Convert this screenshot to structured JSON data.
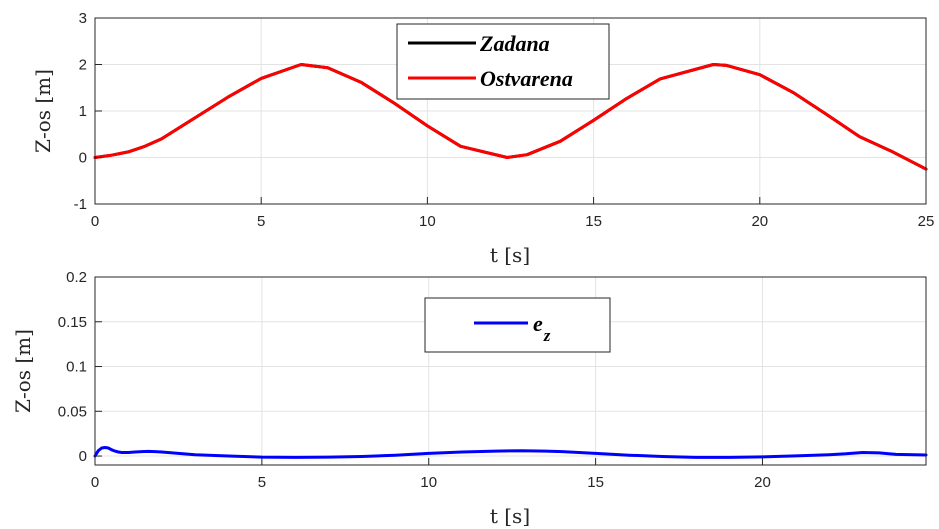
{
  "chart_data": [
    {
      "type": "line",
      "xlabel": "t [s]",
      "ylabel": "Z-os [m]",
      "xlim": [
        0,
        25
      ],
      "ylim": [
        -1,
        3
      ],
      "xticks": [
        0,
        5,
        10,
        15,
        20,
        25
      ],
      "yticks": [
        -1,
        0,
        1,
        2,
        3
      ],
      "grid": true,
      "legend_position": "top-center",
      "series": [
        {
          "name": "Zadana",
          "color": "#000000",
          "x": [
            0,
            0.5,
            1,
            1.5,
            2,
            3,
            4,
            5,
            6.2,
            7,
            8,
            9,
            10,
            11,
            12.4,
            13,
            14,
            15,
            16,
            17,
            18.6,
            19,
            20,
            21,
            22,
            23,
            24,
            25
          ],
          "y": [
            0,
            0.05,
            0.12,
            0.24,
            0.4,
            0.85,
            1.3,
            1.7,
            2.0,
            1.93,
            1.62,
            1.17,
            0.68,
            0.24,
            0.0,
            0.06,
            0.35,
            0.8,
            1.27,
            1.69,
            2.0,
            1.98,
            1.78,
            1.4,
            0.93,
            0.45,
            0.12,
            -0.25
          ]
        },
        {
          "name": "Ostvarena",
          "color": "#ff0000",
          "x": [
            0,
            0.5,
            1,
            1.5,
            2,
            3,
            4,
            5,
            6.2,
            7,
            8,
            9,
            10,
            11,
            12.4,
            13,
            14,
            15,
            16,
            17,
            18.6,
            19,
            20,
            21,
            22,
            23,
            24,
            25
          ],
          "y": [
            0,
            0.05,
            0.12,
            0.24,
            0.4,
            0.85,
            1.3,
            1.7,
            2.0,
            1.93,
            1.62,
            1.17,
            0.68,
            0.24,
            0.0,
            0.06,
            0.35,
            0.8,
            1.27,
            1.69,
            2.0,
            1.98,
            1.78,
            1.4,
            0.93,
            0.45,
            0.12,
            -0.25
          ]
        }
      ]
    },
    {
      "type": "line",
      "xlabel": "t [s]",
      "ylabel": "Z-os [m]",
      "xlim": [
        0,
        24.9
      ],
      "ylim": [
        -0.01,
        0.2
      ],
      "xticks": [
        0,
        5,
        10,
        15,
        20
      ],
      "yticks": [
        0,
        0.05,
        0.1,
        0.15,
        0.2
      ],
      "grid": true,
      "legend_position": "top-center",
      "series": [
        {
          "name": "e_z",
          "color": "#0000ff",
          "x": [
            0,
            0.1,
            0.2,
            0.3,
            0.4,
            0.5,
            0.6,
            0.7,
            0.8,
            1.0,
            1.2,
            1.4,
            1.6,
            1.8,
            2.0,
            2.5,
            3,
            4,
            5,
            6,
            7,
            8,
            9,
            10,
            11,
            12,
            12.8,
            13.5,
            14,
            15,
            16,
            17,
            18,
            19,
            20,
            21,
            22,
            22.5,
            23,
            23.5,
            24,
            24.9
          ],
          "y": [
            0,
            0.006,
            0.009,
            0.0095,
            0.009,
            0.007,
            0.0055,
            0.0045,
            0.004,
            0.004,
            0.0045,
            0.005,
            0.0052,
            0.005,
            0.0045,
            0.003,
            0.0015,
            0.0,
            -0.0012,
            -0.0015,
            -0.0012,
            -0.0005,
            0.001,
            0.003,
            0.0045,
            0.0055,
            0.006,
            0.0055,
            0.005,
            0.003,
            0.001,
            -0.0005,
            -0.0015,
            -0.0015,
            -0.001,
            0.0002,
            0.0015,
            0.0025,
            0.004,
            0.0035,
            0.0018,
            0.0012
          ]
        }
      ]
    }
  ]
}
